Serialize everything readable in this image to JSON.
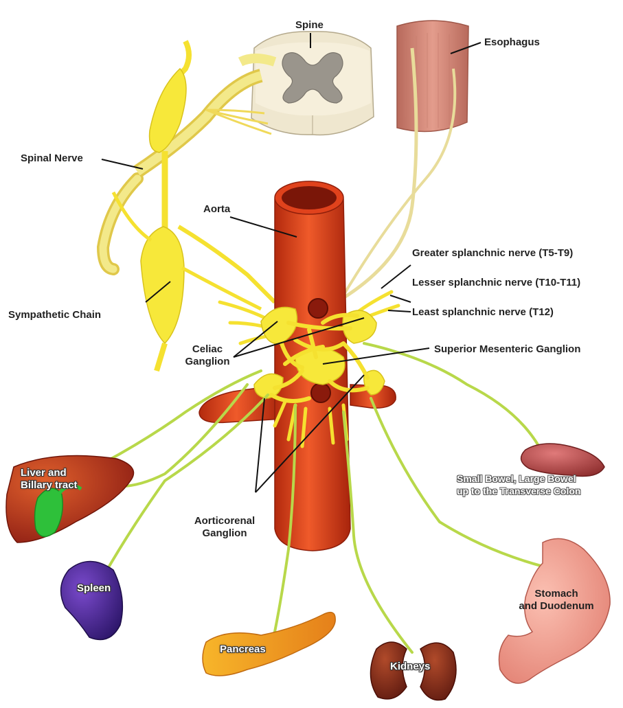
{
  "labels": {
    "spine": "Spine",
    "esophagus": "Esophagus",
    "spinal_nerve": "Spinal Nerve",
    "aorta": "Aorta",
    "greater_splanchnic": "Greater splanchnic nerve (T5-T9)",
    "lesser_splanchnic": "Lesser splanchnic nerve (T10-T11)",
    "least_splanchnic": "Least splanchnic nerve (T12)",
    "sympathetic_chain": "Sympathetic Chain",
    "celiac_ganglion_1": "Celiac",
    "celiac_ganglion_2": "Ganglion",
    "superior_mesenteric_ganglion": "Superior Mesenteric Ganglion",
    "liver_1": "Liver and",
    "liver_2": "Billary tract",
    "small_bowel_1": "Small Bowel, Large Bowel",
    "small_bowel_2": "up to the Transverse Colon",
    "aorticorenal_1": "Aorticorenal",
    "aorticorenal_2": "Ganglion",
    "spleen": "Spleen",
    "stomach_1": "Stomach",
    "stomach_2": "and Duodenum",
    "pancreas": "Pancreas",
    "kidneys": "Kidneys"
  },
  "colors": {
    "nerve_yellow": "#f5e130",
    "nerve_green": "#b8d84a",
    "aorta_red": "#e0421c",
    "aorta_dark": "#b32a0e",
    "liver": "#b8321e",
    "gallbladder": "#3cc83c",
    "spleen": "#4a2a8c",
    "pancreas": "#f2a623",
    "kidney": "#8a2a1c",
    "stomach": "#f29a8c",
    "bowel": "#b04a4a",
    "esophagus": "#d98a7a",
    "spine_bone": "#efe7cf",
    "spine_grey": "#9a958c"
  }
}
